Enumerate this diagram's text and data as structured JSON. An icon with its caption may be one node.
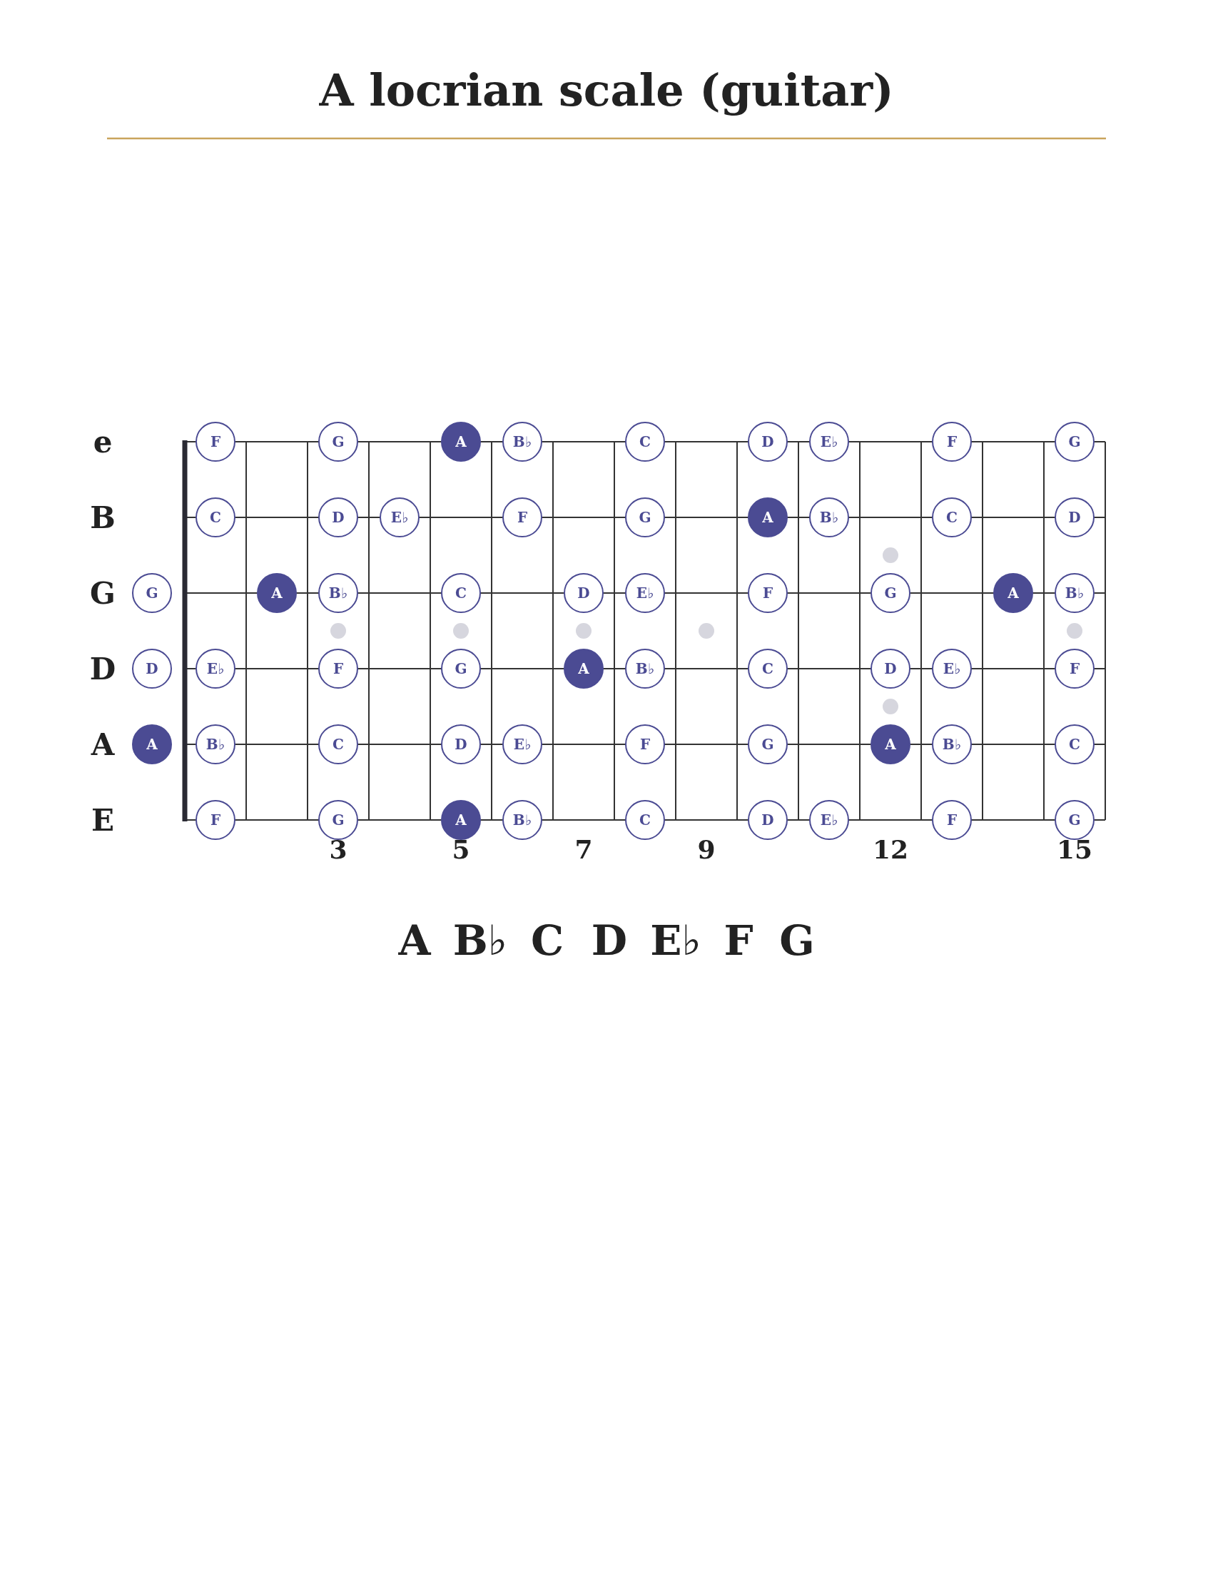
{
  "diagram": {
    "title": "A locrian scale (guitar)",
    "nodes": [
      {
        "text": [
          "F"
        ]
      },
      {
        "text": [
          "G"
        ]
      },
      {
        "text": [
          "A"
        ]
      },
      {
        "text": [
          "B♭"
        ]
      },
      {
        "text": [
          "C"
        ]
      },
      {
        "text": [
          "D"
        ]
      },
      {
        "text": [
          "E♭"
        ]
      },
      {
        "text": [
          "F"
        ]
      },
      {
        "text": [
          "G"
        ]
      },
      {
        "text": [
          "C"
        ]
      },
      {
        "text": [
          "D"
        ]
      },
      {
        "text": [
          "E♭"
        ]
      },
      {
        "text": [
          "F"
        ]
      },
      {
        "text": [
          "G"
        ]
      },
      {
        "text": [
          "A"
        ]
      },
      {
        "text": [
          "B♭"
        ]
      },
      {
        "text": [
          "C"
        ]
      },
      {
        "text": [
          "D"
        ]
      },
      {
        "text": [
          "G"
        ]
      },
      {
        "text": [
          "A"
        ]
      },
      {
        "text": [
          "B♭"
        ]
      },
      {
        "text": [
          "C"
        ]
      },
      {
        "text": [
          "D"
        ]
      },
      {
        "text": [
          "E♭"
        ]
      },
      {
        "text": [
          "F"
        ]
      },
      {
        "text": [
          "G"
        ]
      },
      {
        "text": [
          "A"
        ]
      },
      {
        "text": [
          "B♭"
        ]
      },
      {
        "text": [
          "D"
        ]
      },
      {
        "text": [
          "E♭"
        ]
      },
      {
        "text": [
          "F"
        ]
      },
      {
        "text": [
          "G"
        ]
      },
      {
        "text": [
          "A"
        ]
      },
      {
        "text": [
          "B♭"
        ]
      },
      {
        "text": [
          "C"
        ]
      },
      {
        "text": [
          "D"
        ]
      },
      {
        "text": [
          "E♭"
        ]
      },
      {
        "text": [
          "F"
        ]
      },
      {
        "text": [
          "A"
        ]
      },
      {
        "text": [
          "B♭"
        ]
      },
      {
        "text": [
          "C"
        ]
      },
      {
        "text": [
          "D"
        ]
      },
      {
        "text": [
          "E♭"
        ]
      },
      {
        "text": [
          "F"
        ]
      },
      {
        "text": [
          "G"
        ]
      },
      {
        "text": [
          "A"
        ]
      },
      {
        "text": [
          "B♭"
        ]
      },
      {
        "text": [
          "C"
        ]
      },
      {
        "text": [
          "F"
        ]
      },
      {
        "text": [
          "G"
        ]
      },
      {
        "text": [
          "A"
        ]
      },
      {
        "text": [
          "B♭"
        ]
      },
      {
        "text": [
          "C"
        ]
      },
      {
        "text": [
          "D"
        ]
      },
      {
        "text": [
          "E♭"
        ]
      },
      {
        "text": [
          "F"
        ]
      },
      {
        "text": [
          "G"
        ]
      }
    ],
    "labels": [
      "e",
      "B",
      "G",
      "D",
      "A",
      "E",
      "3",
      "5",
      "7",
      "9",
      "12",
      "15",
      "A",
      "B♭",
      "C",
      "D",
      "E♭",
      "F",
      "G"
    ]
  }
}
